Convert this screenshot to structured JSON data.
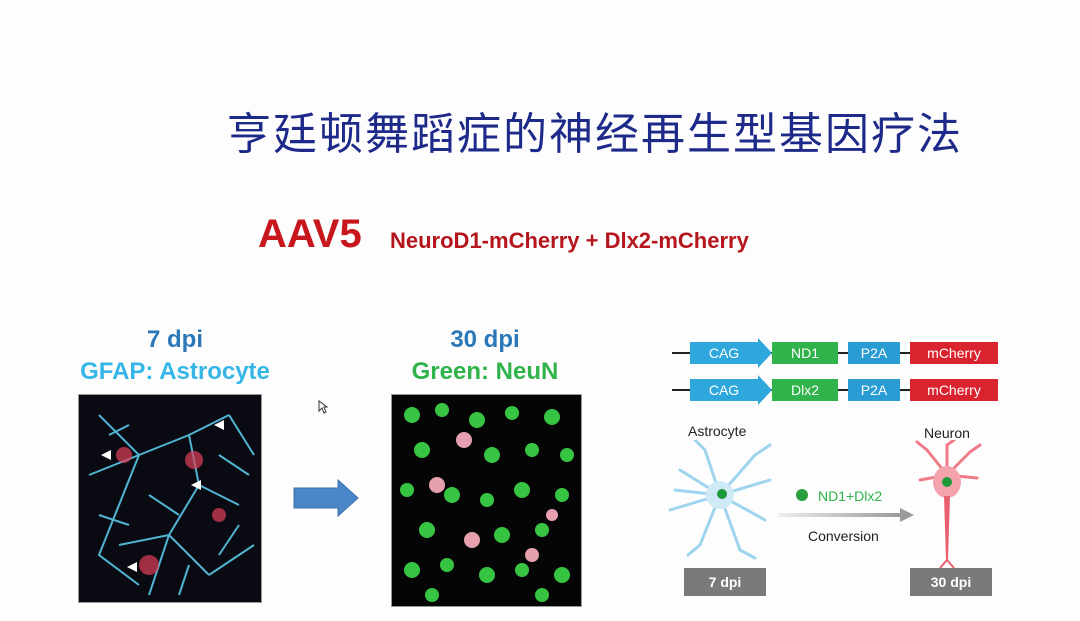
{
  "slide": {
    "title": "亨廷顿舞蹈症的神经再生型基因疗法",
    "vector": "AAV5",
    "construct": "NeuroD1-mCherry + Dlx2-mCherry"
  },
  "panel_left": {
    "time": "7 dpi",
    "stain": "GFAP: Astrocyte"
  },
  "panel_mid": {
    "time": "30 dpi",
    "stain": "Green: NeuN"
  },
  "diagram": {
    "row1": [
      "CAG",
      "ND1",
      "P2A",
      "mCherry"
    ],
    "row2": [
      "CAG",
      "Dlx2",
      "P2A",
      "mCherry"
    ],
    "astrocyte_label": "Astrocyte",
    "neuron_label": "Neuron",
    "factor_label": "ND1+Dlx2",
    "conversion_label": "Conversion",
    "start_dpi": "7 dpi",
    "end_dpi": "30 dpi"
  },
  "colors": {
    "title": "#1e2a8a",
    "accent_red": "#c8161d",
    "blue_label": "#2b78b8",
    "cyan_label": "#35b6e6",
    "green_label": "#2fb34a",
    "cag": "#2ea8dc",
    "nd": "#2fb34a",
    "p2a": "#2a9cd4",
    "mcherry": "#d9232e"
  }
}
